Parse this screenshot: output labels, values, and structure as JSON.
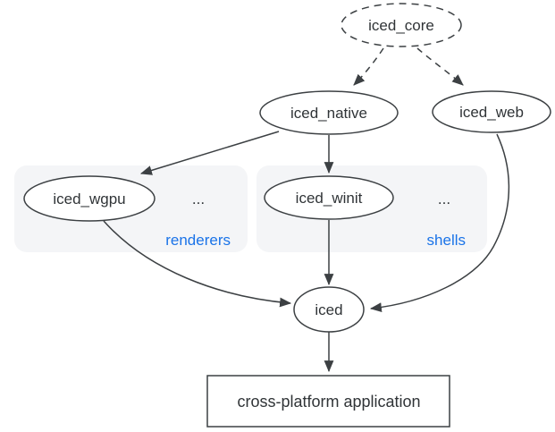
{
  "diagram": {
    "nodes": {
      "iced_core": {
        "label": "iced_core"
      },
      "iced_native": {
        "label": "iced_native"
      },
      "iced_web": {
        "label": "iced_web"
      },
      "iced_wgpu": {
        "label": "iced_wgpu"
      },
      "iced_winit": {
        "label": "iced_winit"
      },
      "iced": {
        "label": "iced"
      },
      "application": {
        "label": "cross-platform application"
      }
    },
    "groups": {
      "renderers": {
        "label": "renderers",
        "ellipsis": "..."
      },
      "shells": {
        "label": "shells",
        "ellipsis": "..."
      }
    },
    "edges": [
      {
        "from": "iced_core",
        "to": "iced_native",
        "style": "dashed"
      },
      {
        "from": "iced_core",
        "to": "iced_web",
        "style": "dashed"
      },
      {
        "from": "iced_native",
        "to": "iced_wgpu",
        "style": "solid"
      },
      {
        "from": "iced_native",
        "to": "iced_winit",
        "style": "solid"
      },
      {
        "from": "iced_wgpu",
        "to": "iced",
        "style": "solid"
      },
      {
        "from": "iced_winit",
        "to": "iced",
        "style": "solid"
      },
      {
        "from": "iced_web",
        "to": "iced",
        "style": "solid"
      },
      {
        "from": "iced",
        "to": "application",
        "style": "solid"
      }
    ],
    "colors": {
      "stroke": "#3c4043",
      "text": "#303437",
      "group_label": "#1a73e8",
      "group_background": "#f4f5f7",
      "page_background": "#ffffff"
    }
  }
}
